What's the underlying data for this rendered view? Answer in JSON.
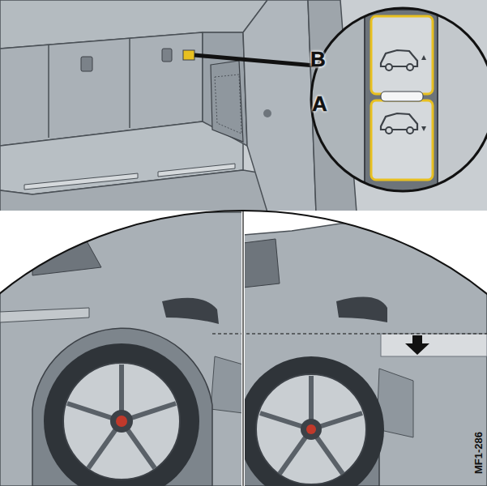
{
  "diagram": {
    "labels": [
      "B",
      "A",
      "MF1-286"
    ]
  }
}
